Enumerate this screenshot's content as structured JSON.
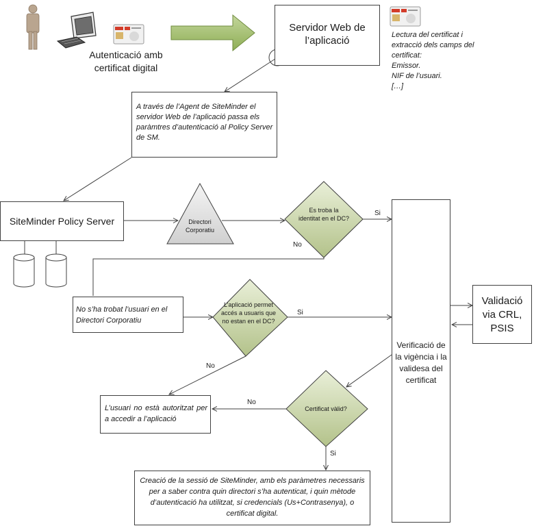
{
  "user_auth": {
    "label": "Autenticació amb certificat digital",
    "person_icon": "person-icon",
    "computer_icon": "computer-icon",
    "card_icon": "certificate-card-icon"
  },
  "web_server": {
    "title": "Servidor Web de l’aplicació"
  },
  "cert_note": {
    "intro": "Lectura del certificat i extracció dels camps del certificat:",
    "fields": [
      "Emissor.",
      "NIF de l’usuari.",
      "[…]"
    ]
  },
  "agent_note": "A través de l’Agent de SiteMinder el servidor Web de l’aplicació passa els paràmtres d’autenticació al Policy Server de SM.",
  "policy_server": {
    "title": "SiteMinder Policy Server",
    "db_icon": "database-icon"
  },
  "directory": {
    "label": "Directori Corporatiu"
  },
  "decision_found": {
    "label": "Es troba la identitat en el DC?",
    "yes": "Si",
    "no": "No"
  },
  "not_found_note": "No s’ha trobat l’usuari en el Directori Corporatiu",
  "decision_allow": {
    "label": "L’aplicació permet accés a usuaris que no estan en el DC?",
    "yes": "Si",
    "no": "No"
  },
  "verification": {
    "label": "Verificació de la vigència i la validesa del certificat"
  },
  "validation": {
    "label": "Validació via CRL, PSIS"
  },
  "decision_valid": {
    "label": "Certificat vàlid?",
    "yes": "Si",
    "no": "No"
  },
  "unauthorized": "L’usuari no està autoritzat per a accedir a l’aplicació",
  "session": "Creació de la sessió de SiteMinder, amb els paràmetres necessaris per a saber contra quin directori s’ha autenticat, i quin mètode d’autenticació ha utilitzat, si credencials (Us+Contrasenya), o certificat digital."
}
